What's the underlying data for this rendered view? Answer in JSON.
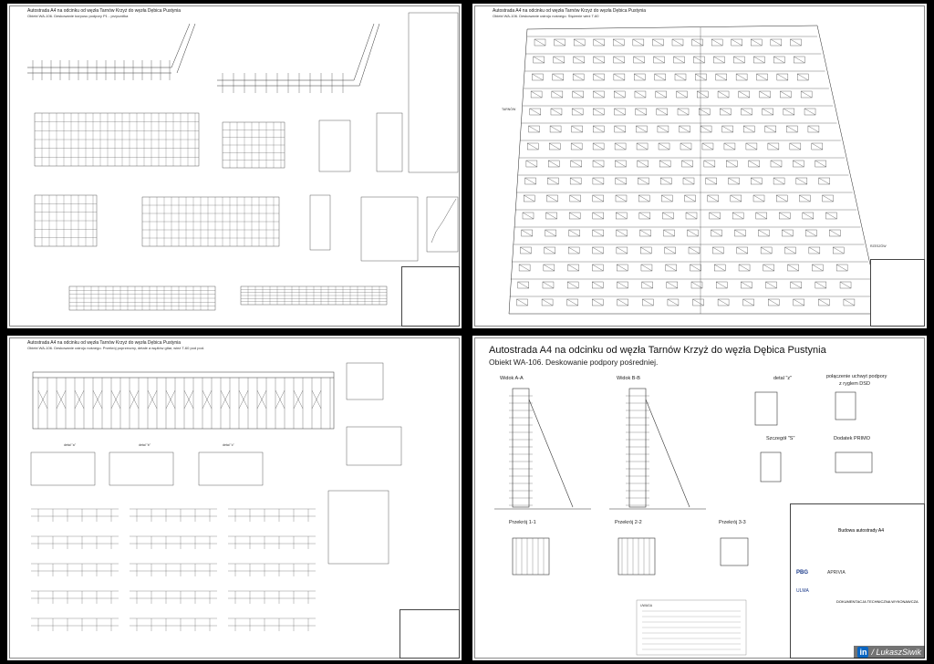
{
  "sheets": [
    {
      "title": "Autostrada A4 na odcinku od węzła Tarnów Krzyż do węzła Dębica Pustynia",
      "subtitle": "Obiekt WA-106. Deskowanie korpusu podpory P1 - przyczółka"
    },
    {
      "title": "Autostrada A4 na odcinku od węzła Tarnów Krzyż do węzła Dębica Pustynia",
      "subtitle": "Obiekt WA-106. Deskowanie ustroju nośnego. Stężenie wież T-60",
      "side_labels": [
        "TARNÓW",
        "RZESZÓW"
      ]
    },
    {
      "title": "Autostrada A4 na odcinku od węzła Tarnów Krzyż do węzła Dębica Pustynia",
      "subtitle": "Obiekt WA-106. Deskowanie ustroju nośnego. Przekrój poprzeczny, detale a wężłów gitar, wież T-60 pod pod.",
      "section_labels": [
        "detal \"a\"",
        "detal \"b\"",
        "detal \"c\""
      ]
    },
    {
      "title": "Autostrada A4 na odcinku od węzła Tarnów Krzyż do węzła Dębica Pustynia",
      "subtitle": "Obiekt WA-106. Deskowanie podpory pośredniej.",
      "views": {
        "aa": "Widok A-A",
        "bb": "Widok B-B",
        "s11": "Przekrój 1-1",
        "s22": "Przekrój 2-2",
        "s33": "Przekrój 3-3",
        "detail_z": "detal \"z\"",
        "conn": "połączenie uchwyt podpory",
        "conn2": "z ryglem DSD",
        "szczegol": "Szczegół \"S\"",
        "dodatek": "Dodatek PRIMO"
      },
      "titleblock": {
        "line1": "Budowa autostrady A4",
        "line2": "DOKUMENTACJA TECHNICZNA WYKONAWCZA",
        "logos": [
          "PBG",
          "APRIVIA",
          "ULMA"
        ],
        "notes_head": "UWAGA"
      }
    }
  ],
  "credit": {
    "icon": "in",
    "text": "/ LukaszSiwik"
  }
}
